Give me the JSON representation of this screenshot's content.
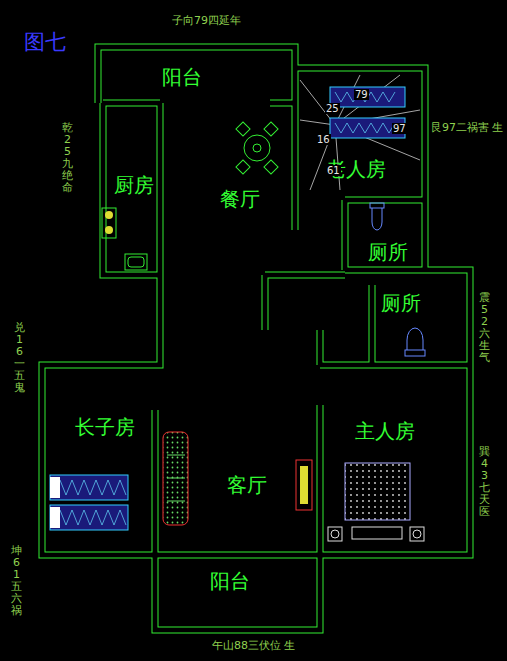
{
  "diagram": {
    "title": "图七",
    "nodes": [
      {
        "text": [
          "阳台"
        ]
      },
      {
        "text": [
          "厨房"
        ]
      },
      {
        "text": [
          "餐厅"
        ]
      },
      {
        "text": [
          "老人房"
        ]
      },
      {
        "text": [
          "厕所"
        ]
      },
      {
        "text": [
          "厕所"
        ]
      },
      {
        "text": [
          "长子房"
        ]
      },
      {
        "text": [
          "客厅"
        ]
      },
      {
        "text": [
          "主人房"
        ]
      },
      {
        "text": [
          "阳台"
        ]
      }
    ],
    "labels": [
      "子向79四延年",
      "艮97二祸害 生",
      "乾25九绝命",
      "兑16一五鬼",
      "震52六生气",
      "巽43七天医",
      "坤61五六祸",
      "午山88三伏位 生",
      "25",
      "79",
      "97",
      "16",
      "61"
    ]
  }
}
